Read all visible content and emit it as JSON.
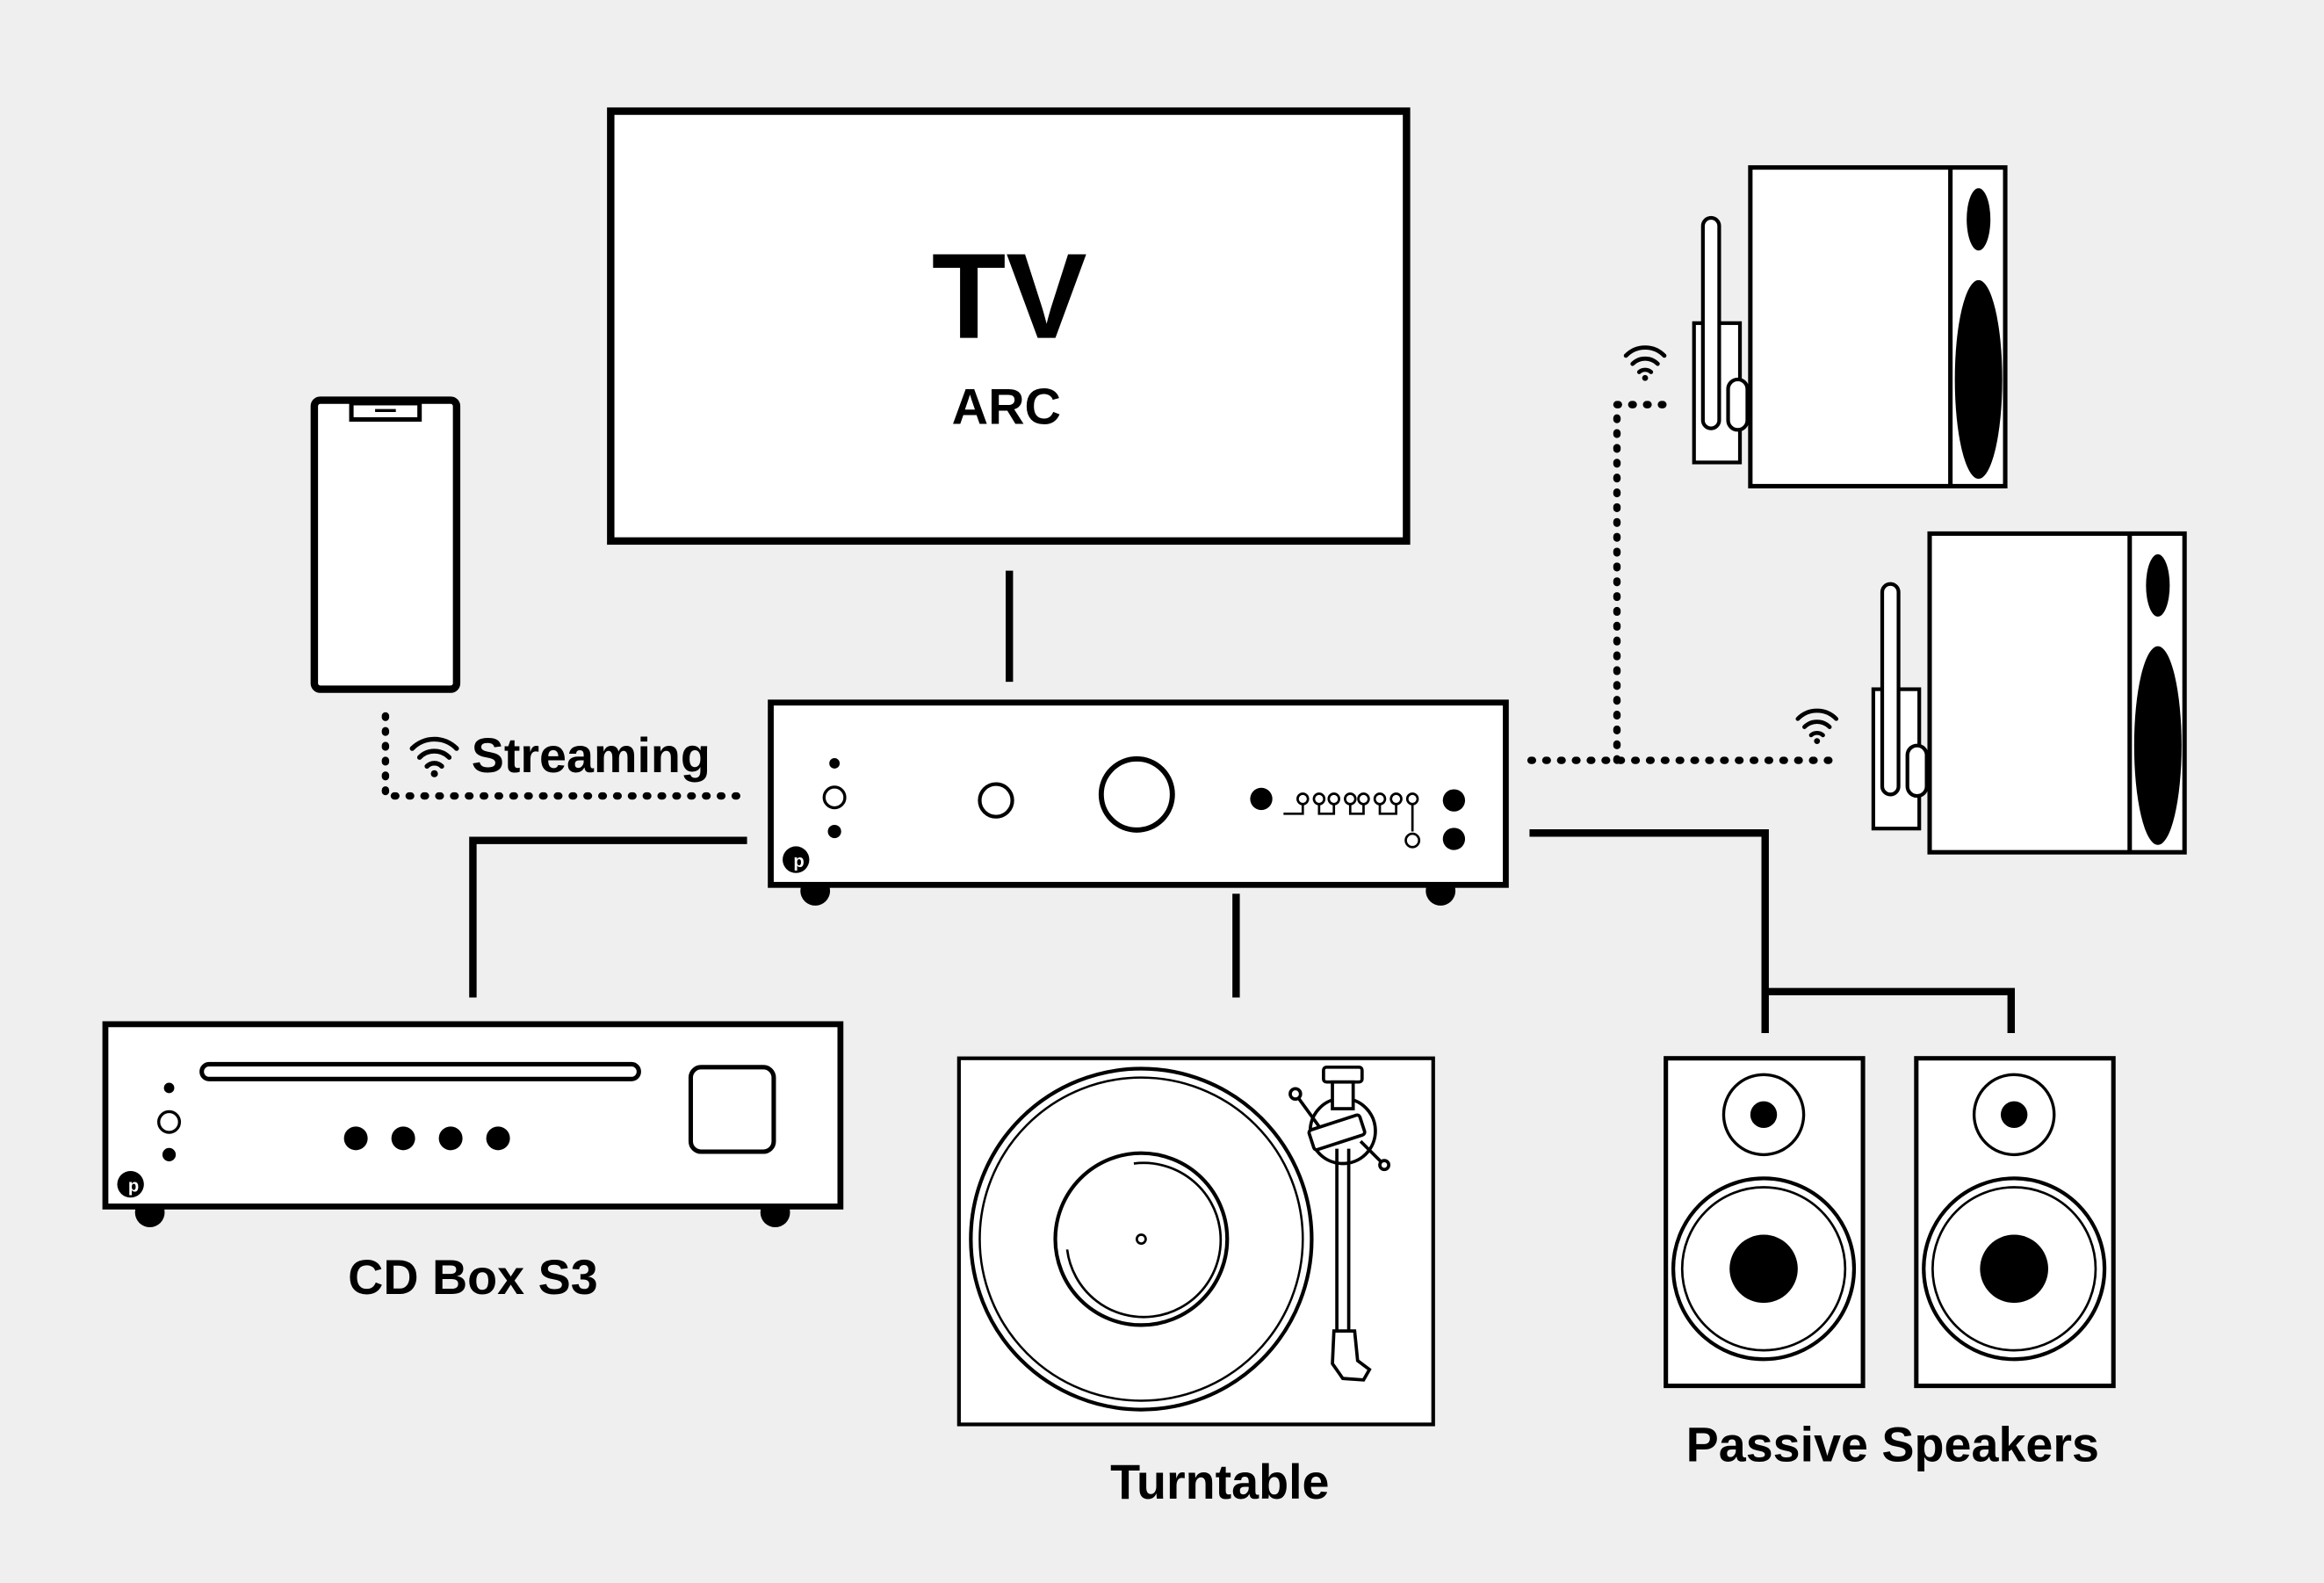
{
  "tv": {
    "title": "TV",
    "subtitle": "ARC"
  },
  "streaming": {
    "label": "Streaming"
  },
  "cd": {
    "label": "CD Box S3"
  },
  "turntable": {
    "label": "Turntable"
  },
  "speakers": {
    "label": "Passive Speakers"
  },
  "colors": {
    "background": "#efefef",
    "ink": "#000000",
    "fill": "#ffffff"
  },
  "icons": [
    "wifi-icon",
    "power-icon",
    "brand-logo-icon"
  ]
}
